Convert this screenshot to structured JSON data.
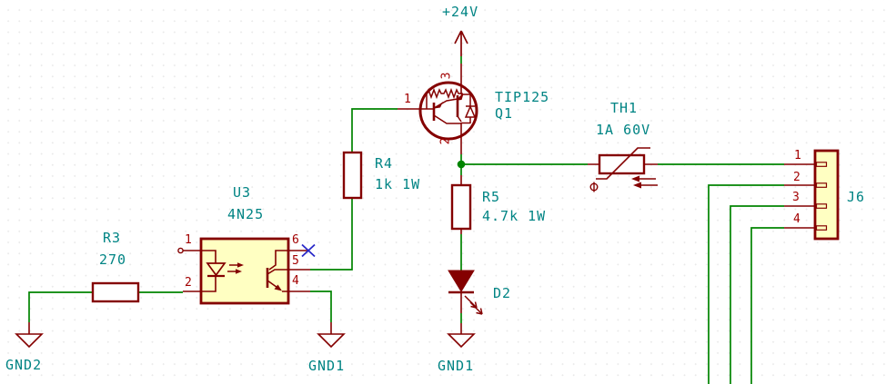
{
  "colors": {
    "wire_green": "#008400",
    "symbol_outline": "#840000",
    "body_fill": "#FFFFC2",
    "label_teal": "#008484",
    "pin_number_red": "#A20000",
    "no_connect_blue": "#2828C8"
  },
  "power": {
    "v24": {
      "label": "+24V"
    }
  },
  "grounds": {
    "gnd2": {
      "label": "GND2"
    },
    "gnd1_left": {
      "label": "GND1"
    },
    "gnd1_right": {
      "label": "GND1"
    }
  },
  "components": {
    "r3": {
      "ref": "R3",
      "value": "270"
    },
    "u3": {
      "ref": "U3",
      "value": "4N25",
      "pins": {
        "p1": "1",
        "p2": "2",
        "p4": "4",
        "p5": "5",
        "p6": "6"
      }
    },
    "r4": {
      "ref": "R4",
      "value": "1k 1W"
    },
    "q1": {
      "ref": "Q1",
      "value": "TIP125",
      "pins": {
        "p1": "1",
        "p2": "2",
        "p3": "3"
      }
    },
    "r5": {
      "ref": "R5",
      "value": "4.7k 1W"
    },
    "d2": {
      "ref": "D2"
    },
    "th1": {
      "ref": "TH1",
      "value": "1A 60V"
    },
    "j6": {
      "ref": "J6",
      "pins": {
        "p1": "1",
        "p2": "2",
        "p3": "3",
        "p4": "4"
      }
    }
  }
}
